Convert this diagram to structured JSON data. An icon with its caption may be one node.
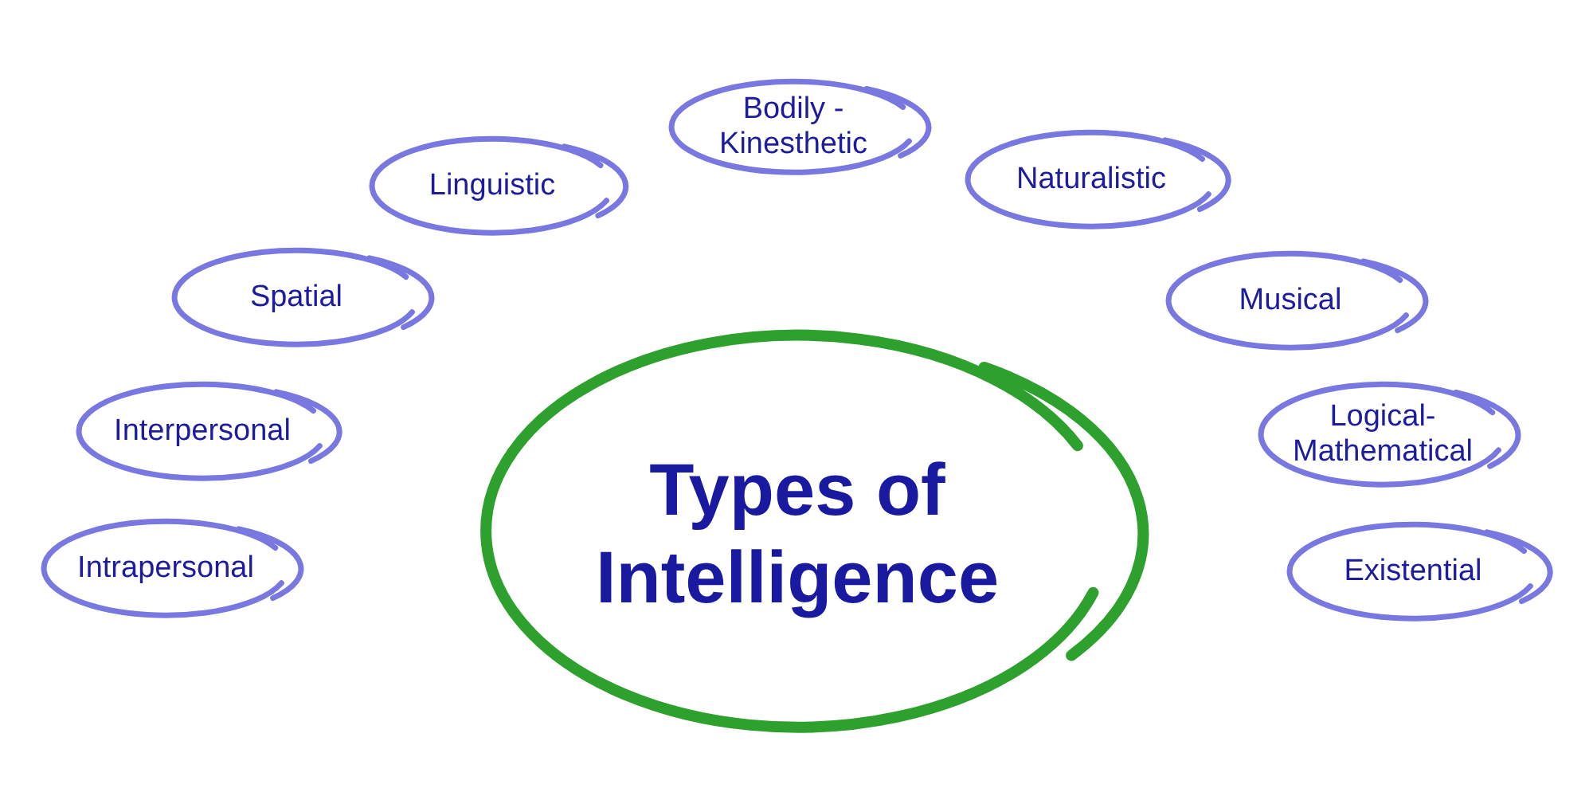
{
  "diagram": {
    "nodes": [
      {
        "text": [
          "Types of Intelligence"
        ]
      },
      {
        "text": [
          "Intrapersonal"
        ]
      },
      {
        "text": [
          "Interpersonal"
        ]
      },
      {
        "text": [
          "Spatial"
        ]
      },
      {
        "text": [
          "Linguistic"
        ]
      },
      {
        "text": [
          "Bodily - Kinesthetic"
        ]
      },
      {
        "text": [
          "Naturalistic"
        ]
      },
      {
        "text": [
          "Musical"
        ]
      },
      {
        "text": [
          "Logical- Mathematical"
        ]
      },
      {
        "text": [
          "Existential"
        ]
      }
    ]
  }
}
